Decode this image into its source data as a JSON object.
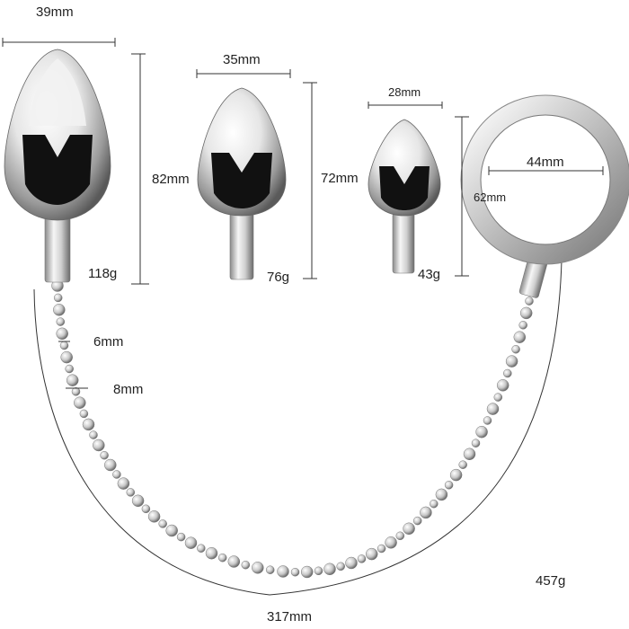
{
  "plug_large": {
    "width_label": "39mm",
    "height_label": "82mm",
    "weight_label": "118g"
  },
  "plug_medium": {
    "width_label": "35mm",
    "height_label": "72mm",
    "weight_label": "76g"
  },
  "plug_small": {
    "width_label": "28mm",
    "height_label": "",
    "weight_label": "43g"
  },
  "ring": {
    "diameter_label": "44mm",
    "height_label": "62mm"
  },
  "beads": {
    "small_bead_label": "6mm",
    "large_bead_label": "8mm",
    "length_label": "317mm"
  },
  "total_weight_label": "457g",
  "colors": {
    "metal_light": "#f4f4f4",
    "metal_mid": "#b8b8b8",
    "metal_dark": "#111111"
  }
}
